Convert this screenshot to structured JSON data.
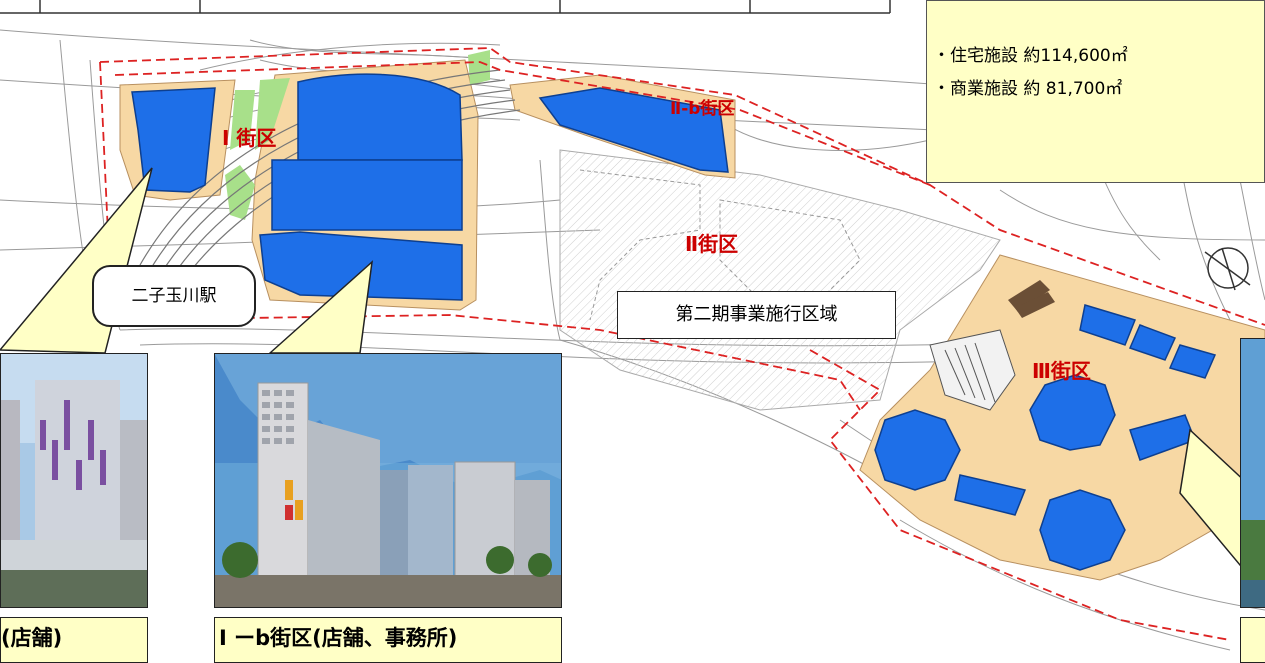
{
  "floor_areas": {
    "residential": "・住宅施設  約114,600㎡",
    "commercial": "・商業施設  約 81,700㎡"
  },
  "districts": {
    "district_1": "Ⅰ 街区",
    "district_2b": "Ⅱ-b街区",
    "district_2": "Ⅱ街区",
    "district_3": "Ⅲ街区"
  },
  "station_label": "二子玉川駅",
  "zone_label": "第二期事業施行区域",
  "photos": {
    "left_caption": "(店舗)",
    "middle_caption": "Ⅰ ーb街区(店舗、事務所)"
  },
  "colors": {
    "building_fill": "#1e6fe8",
    "site_fill": "#f7d8a4",
    "boundary": "#dd2222",
    "district_label": "#cc0000",
    "callout": "#ffffc6"
  }
}
